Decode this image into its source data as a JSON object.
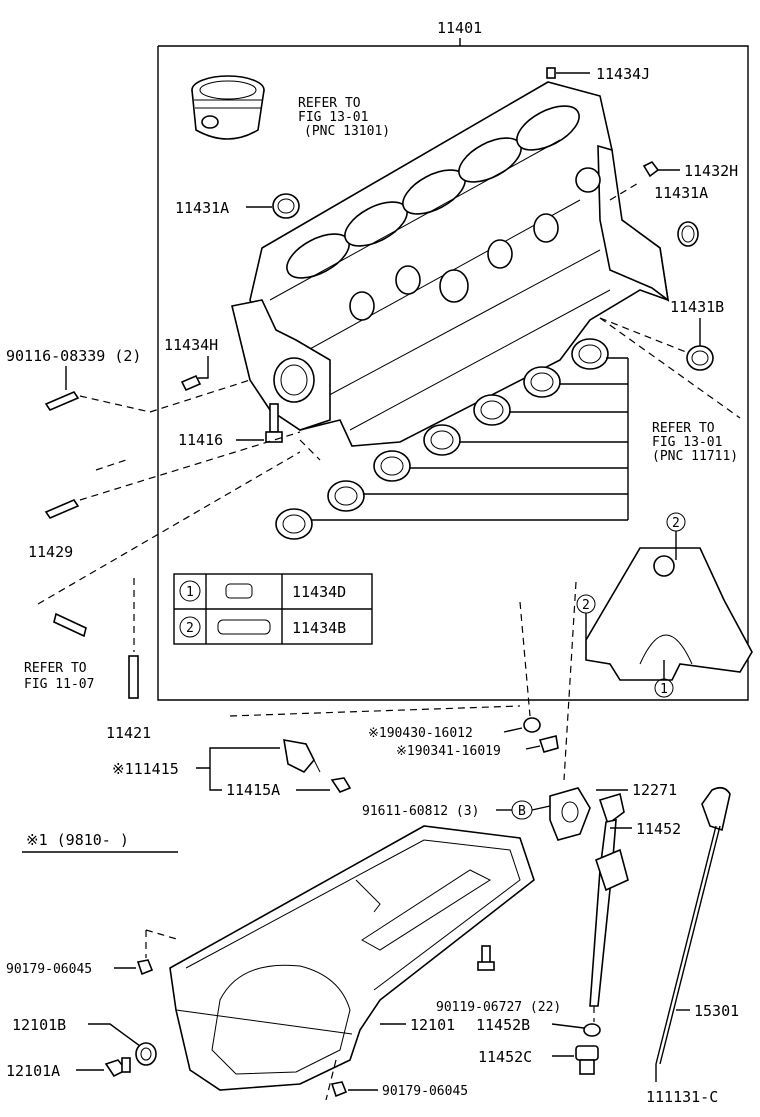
{
  "labels": {
    "main_block": "11401",
    "bolt_11434j": "11434J",
    "refer_piston_1": "REFER TO",
    "refer_piston_2": "FIG 13-01",
    "refer_piston_3": "(PNC 13101)",
    "plug_11432h": "11432H",
    "plug_11431a_right": "11431A",
    "plug_11431a_left": "11431A",
    "plug_11431b": "11431B",
    "stud_90116": "90116-08339 (2)",
    "pin_11434h": "11434H",
    "bolt_11416": "11416",
    "refer_bearing_1": "REFER TO",
    "refer_bearing_2": "FIG 13-01",
    "refer_bearing_3": "(PNC 11711)",
    "stud_11429": "11429",
    "refer_fig_1": "REFER TO",
    "refer_fig_2": "FIG 11-07",
    "pin_11421": "11421",
    "gasket_190430": "※190430-16012",
    "bolt_190341": "※190341-16019",
    "sensor_111415": "※111415",
    "sensor_11415a": "11415A",
    "bolt_91611": "91611-60812 (3)",
    "marker_b": "B",
    "gasket_12271": "12271",
    "guide_11452": "11452",
    "note_range": "※1 (9810-      )",
    "plug_90179_a": "90179-06045",
    "plug_90119": "90119-06727 (22)",
    "plug_12101b": "12101B",
    "oil_pan_12101": "12101",
    "ring_11452b": "11452B",
    "dipstick_15301": "15301",
    "plug_12101a": "12101A",
    "plug_11452c": "11452C",
    "plug_90179_b": "90179-06045",
    "dipstick_111131": "111131-C"
  },
  "legend": {
    "rows": [
      {
        "index": "1",
        "part": "11434D"
      },
      {
        "index": "2",
        "part": "11434B"
      }
    ]
  },
  "callouts": {
    "seal_1": "1",
    "seal_2a": "2",
    "seal_2b": "2"
  }
}
